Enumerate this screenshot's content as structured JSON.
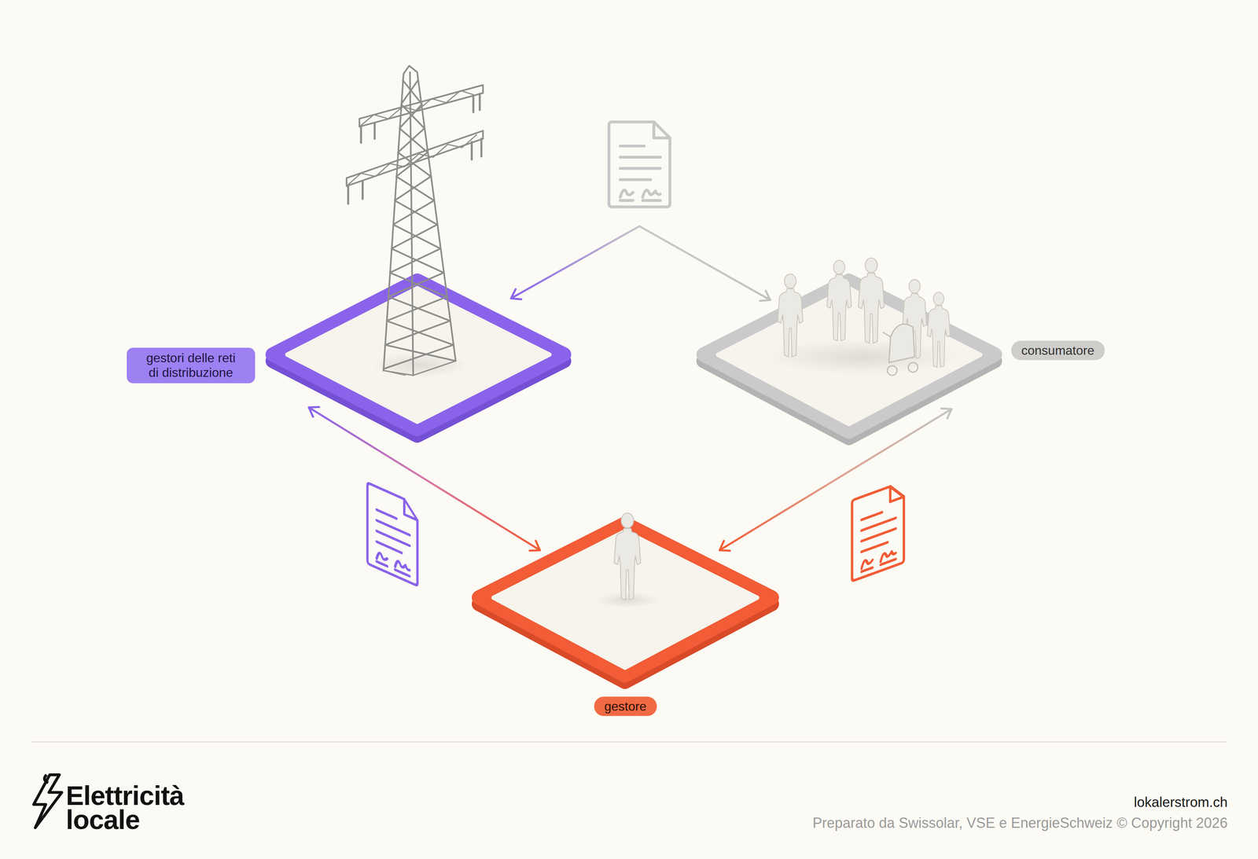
{
  "diagram": {
    "nodes": [
      {
        "text": [
          "gestori delle reti di distribuzione"
        ]
      },
      {
        "text": [
          "consumatore"
        ]
      },
      {
        "text": [
          "gestore"
        ]
      }
    ],
    "edges": [
      {
        "from": 0,
        "to": 1,
        "arrow": "both"
      },
      {
        "from": 0,
        "to": 2,
        "arrow": "both"
      },
      {
        "from": 1,
        "to": 2,
        "arrow": "both"
      }
    ],
    "labels": [
      "Elettricità locale",
      "lokalerstrom.ch",
      "Preparato da Swissolar, VSE e EnergieSchweiz © Copyright 2026"
    ]
  }
}
